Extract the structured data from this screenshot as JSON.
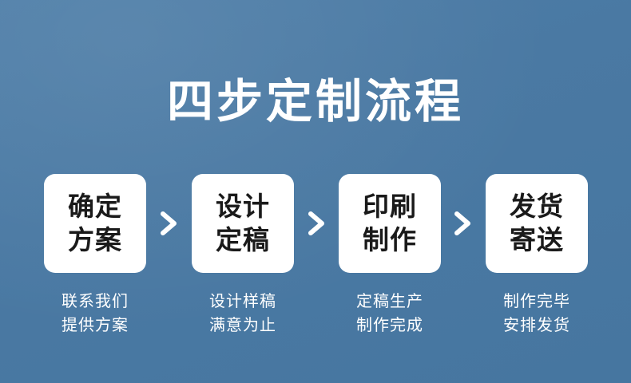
{
  "title": "四步定制流程",
  "steps": [
    {
      "line1": "确定",
      "line2": "方案",
      "desc1": "联系我们",
      "desc2": "提供方案"
    },
    {
      "line1": "设计",
      "line2": "定稿",
      "desc1": "设计样稿",
      "desc2": "满意为止"
    },
    {
      "line1": "印刷",
      "line2": "制作",
      "desc1": "定稿生产",
      "desc2": "制作完成"
    },
    {
      "line1": "发货",
      "line2": "寄送",
      "desc1": "制作完毕",
      "desc2": "安排发货"
    }
  ],
  "arrow_icon": "chevron-right-icon",
  "colors": {
    "background": "#4a79a3",
    "card": "#ffffff",
    "text_dark": "#1a1a1a",
    "text_light": "#ffffff"
  }
}
